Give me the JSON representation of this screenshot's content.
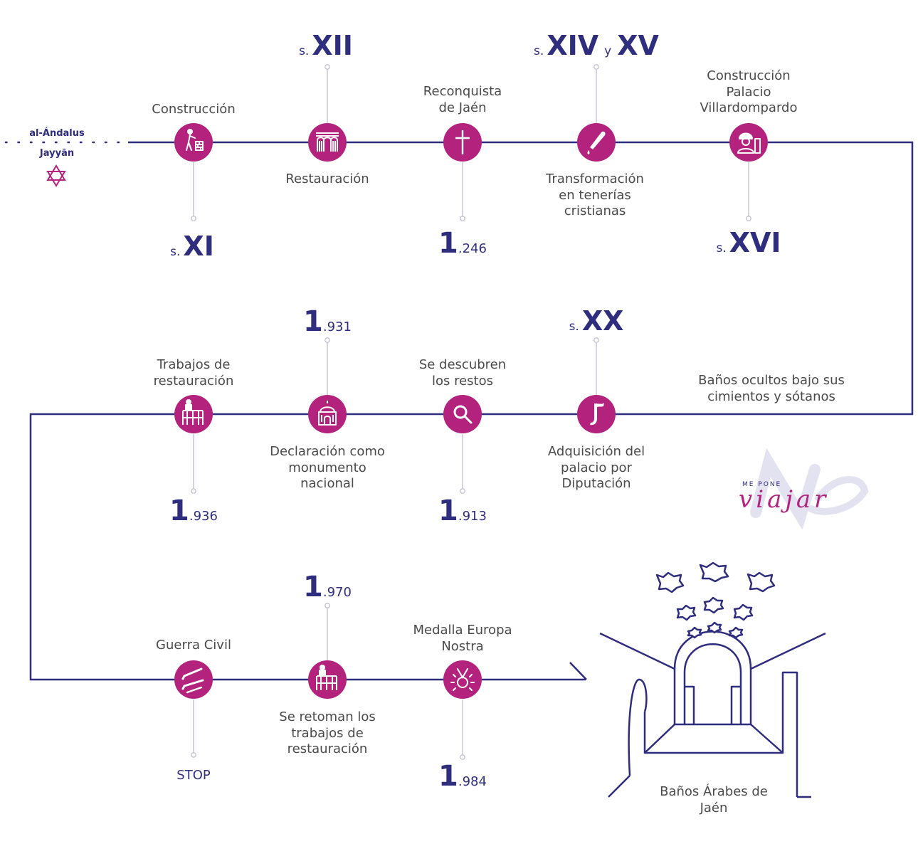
{
  "origin": {
    "line1": "al-Ándalus",
    "line2": "Jayyān",
    "icon": "star-of-david-icon"
  },
  "colors": {
    "navy": "#2e2d7e",
    "magenta": "#b3237e",
    "text": "#4a4a4a",
    "logo_watermark": "#e3e2f0"
  },
  "row1": {
    "construccion": {
      "label": "Construcción",
      "era_prefix": "s.",
      "era": "XI",
      "icon": "mason-building-icon"
    },
    "restauracion": {
      "label": "Restauración",
      "era_prefix": "s.",
      "era": "XII",
      "icon": "arches-icon"
    },
    "reconquista": {
      "label_l1": "Reconquista",
      "label_l2": "de Jaén",
      "year_lead": "1",
      "year_rest": ".246",
      "icon": "cross-icon"
    },
    "tenerias": {
      "label_l1": "Transformación",
      "label_l2": "en tenerías",
      "label_l3": "cristianas",
      "era_prefix": "s.",
      "era_a": "XIV",
      "era_join": "y",
      "era_b": "XV",
      "icon": "leather-tool-icon"
    },
    "palacio": {
      "label_l1": "Construcción",
      "label_l2": "Palacio",
      "label_l3": "Villardompardo",
      "era_prefix": "s.",
      "era": "XVI",
      "icon": "worker-icon"
    }
  },
  "row2": {
    "ocultos": {
      "label_l1": "Baños ocultos bajo sus",
      "label_l2": "cimientos y sótanos"
    },
    "adquisicion": {
      "label_l1": "Adquisición del",
      "label_l2": "palacio por",
      "label_l3": "Diputación",
      "era_prefix": "s.",
      "era": "XX",
      "icon": "diputacion-logo-icon"
    },
    "descubren": {
      "label_l1": "Se descubren",
      "label_l2": "los restos",
      "year_lead": "1",
      "year_rest": ".913",
      "icon": "magnifier-icon"
    },
    "declaracion": {
      "label_l1": "Declaración como",
      "label_l2": "monumento",
      "label_l3": "nacional",
      "year_lead": "1",
      "year_rest": ".931",
      "icon": "monument-icon"
    },
    "trabajos": {
      "label_l1": "Trabajos de",
      "label_l2": "restauración",
      "year_lead": "1",
      "year_rest": ".936",
      "icon": "scaffold-icon"
    }
  },
  "row3": {
    "guerra": {
      "label": "Guerra Civil",
      "status": "STOP",
      "icon": "rifles-icon"
    },
    "retoman": {
      "label_l1": "Se retoman los",
      "label_l2": "trabajos de",
      "label_l3": "restauración",
      "year_lead": "1",
      "year_rest": ".970",
      "icon": "scaffold-icon"
    },
    "medalla": {
      "label_l1": "Medalla Europa",
      "label_l2": "Nostra",
      "year_lead": "1",
      "year_rest": ".984",
      "icon": "medal-icon"
    }
  },
  "destination": {
    "label_l1": "Baños Árabes de",
    "label_l2": "Jaén",
    "icon": "arab-baths-illustration"
  },
  "logo": {
    "small": "ME PONE",
    "script": "viajar"
  }
}
